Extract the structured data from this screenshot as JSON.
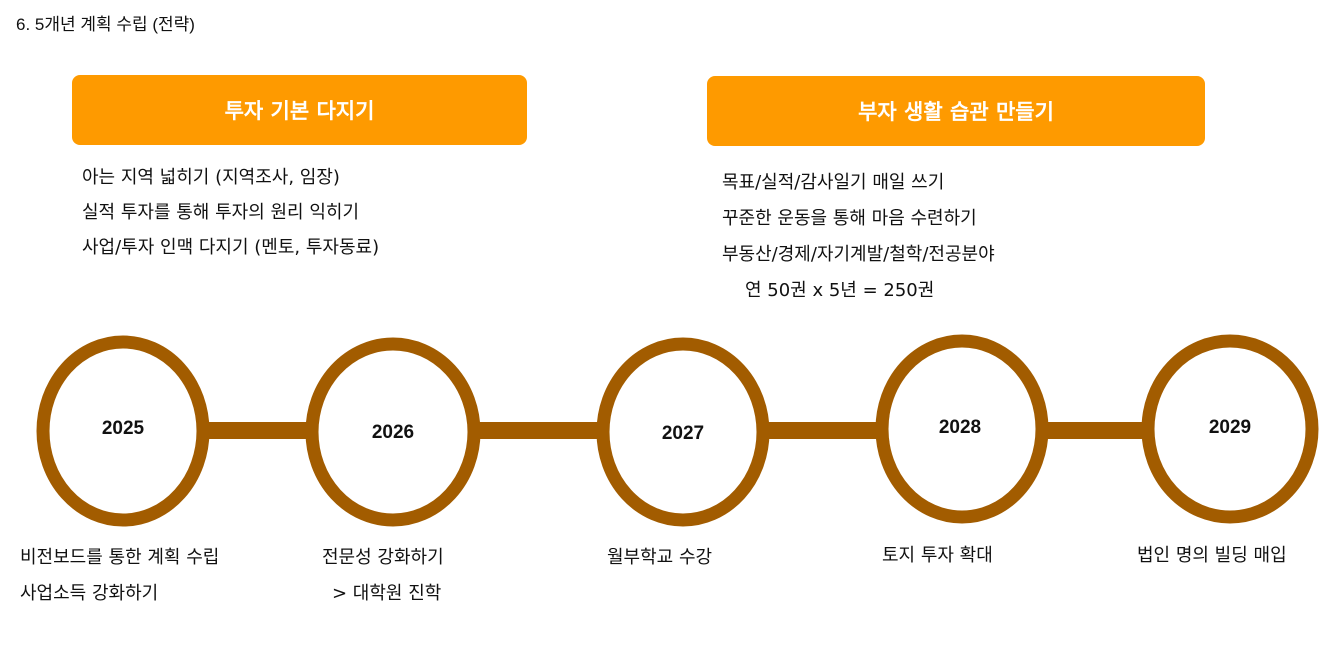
{
  "title": "6. 5개년 계획 수립 (전략)",
  "colors": {
    "banner": "#FE9A00",
    "timeline": "#A25C00"
  },
  "banners": {
    "left": {
      "label": "투자 기본 다지기",
      "items": [
        "아는 지역 넓히기 (지역조사, 임장)",
        "실적 투자를 통해 투자의 원리 익히기",
        "사업/투자 인맥 다지기 (멘토, 투자동료)"
      ]
    },
    "right": {
      "label": "부자 생활 습관 만들기",
      "items": [
        "목표/실적/감사일기 매일 쓰기",
        "꾸준한 운동을 통해 마음 수련하기",
        "부동산/경제/자기계발/철학/전공분야",
        "연 50권 x 5년 = 250권"
      ]
    }
  },
  "timeline": [
    {
      "year": "2025",
      "lines": [
        "비전보드를 통한 계획 수립",
        "사업소득 강화하기"
      ]
    },
    {
      "year": "2026",
      "lines": [
        "전문성 강화하기",
        "> 대학원 진학"
      ]
    },
    {
      "year": "2027",
      "lines": [
        "월부학교 수강"
      ]
    },
    {
      "year": "2028",
      "lines": [
        "토지 투자 확대"
      ]
    },
    {
      "year": "2029",
      "lines": [
        "법인 명의 빌딩 매입"
      ]
    }
  ]
}
